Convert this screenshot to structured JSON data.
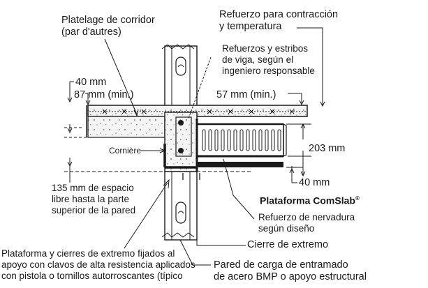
{
  "labels": {
    "platelage": [
      "Platelage de corridor",
      "(par d'autres)"
    ],
    "refuerzo_contraccion": [
      "Refuerzo para contracción",
      "y temperatura"
    ],
    "refuerzos_estribos": [
      "Refuerzos y estribos",
      "de viga, según el",
      "ingeniero responsable"
    ],
    "dim_40_top": "40 mm",
    "dim_87": "87 mm (min.)",
    "dim_57": "57 mm (min.)",
    "corniere": "Cornière",
    "dim_203": "203 mm",
    "dim_40_bottom": "40 mm",
    "espacio_libre": [
      "135 mm de espacio",
      "libre hasta la parte",
      "superior de la pared"
    ],
    "plataforma_name": "Plataforma ComSlab",
    "plataforma_reg": "®",
    "refuerzo_nervadura": [
      "Refuerzo de nervadura",
      "según diseño"
    ],
    "cierre_extremo": "Cierre de extremo",
    "plataforma_cierres": [
      "Plataforma y cierres de extremo fijados al",
      "apoyo con clavos de alta resistencia aplicados",
      "con pistola o tornillos autorroscantes (típico"
    ],
    "pared_carga": [
      "Pared de carga de entramado",
      "de acero BMP o apoyo estructural"
    ]
  },
  "colors": {
    "ink": "#1a1a1a",
    "concrete_fill": "#f2f2f2",
    "steel": "#222222"
  }
}
